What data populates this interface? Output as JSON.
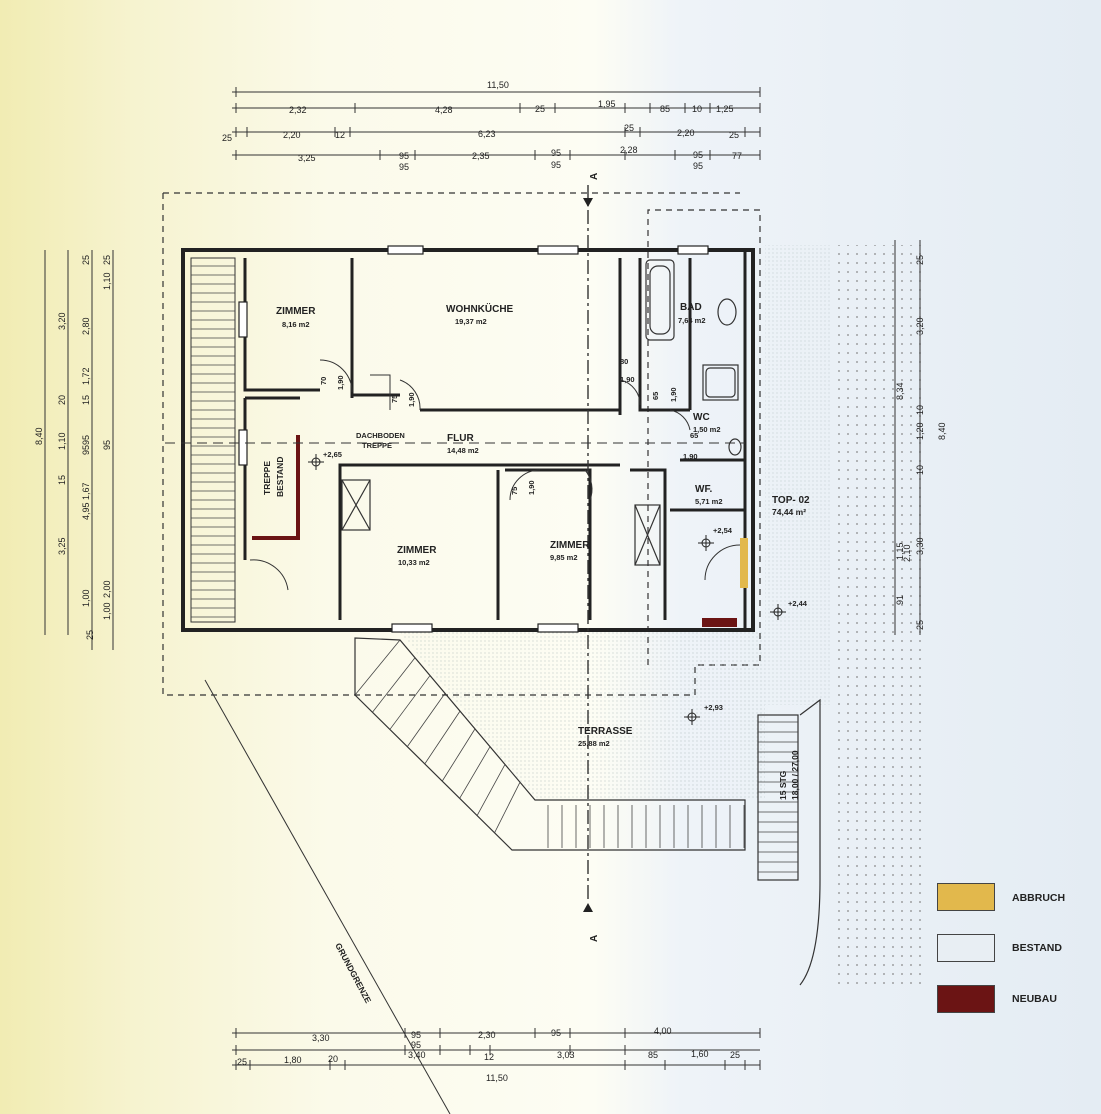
{
  "rooms": [
    {
      "key": "zimmer1",
      "name": "ZIMMER",
      "area": "8,16 m2"
    },
    {
      "key": "wohnkueche",
      "name": "WOHNKÜCHE",
      "area": "19,37 m2"
    },
    {
      "key": "bad",
      "name": "BAD",
      "area": "7,64 m2"
    },
    {
      "key": "wc",
      "name": "WC",
      "area": "1,50 m2"
    },
    {
      "key": "flur",
      "name": "FLUR",
      "area": "14,48 m2"
    },
    {
      "key": "wf",
      "name": "WF.",
      "area": "5,71 m2"
    },
    {
      "key": "zimmer2",
      "name": "ZIMMER",
      "area": "10,33 m2"
    },
    {
      "key": "zimmer3",
      "name": "ZIMMER",
      "area": "9,85 m2"
    },
    {
      "key": "terrasse",
      "name": "TERRASSE",
      "area": "25,88 m2"
    }
  ],
  "labels": {
    "top": "TOP- 02",
    "top_area": "74,44 m²",
    "treppe": "TREPPE",
    "bestand_stair": "BESTAND",
    "dachboden": "DACHBODEN",
    "dachboden_treppe": "TREPPE",
    "grundgrenze": "GRUNDGRENZE",
    "section_a": "A",
    "stair_stg": "15 STG",
    "stair_dim": "18,00 / 27,00"
  },
  "levels": [
    "+2,65",
    "+2,54",
    "+2,44",
    "+2,93"
  ],
  "door_dims": [
    "70",
    "1,90",
    "75",
    "1,90",
    "75",
    "1,90",
    "80",
    "1,90",
    "65",
    "1,90",
    "65",
    "1,90"
  ],
  "dims_top": {
    "row1": [
      "11,50"
    ],
    "row2": [
      "2,32",
      "4,28",
      "25",
      "1,95",
      "85",
      "10",
      "1,25"
    ],
    "row3": [
      "25",
      "2,20",
      "12",
      "6,23",
      "25",
      "2,20",
      "25"
    ],
    "row4": [
      "3,25",
      "95",
      "95",
      "2,35",
      "95",
      "95",
      "2,28",
      "95",
      "95",
      "77"
    ]
  },
  "dims_left": [
    "8,40",
    "3,25",
    "15",
    "1,10",
    "20",
    "3,20",
    "4,95",
    "1,67",
    "95",
    "95",
    "1,72",
    "15",
    "2,80",
    "25",
    "1,00",
    "2,00",
    "1,00",
    "95",
    "1,10",
    "25",
    "25"
  ],
  "dims_right": [
    "8,34",
    "8,40",
    "25",
    "3,20",
    "10",
    "1,20",
    "10",
    "1,15",
    "2,10",
    "3,30",
    "91",
    "25"
  ],
  "dims_bottom": {
    "row1": [
      "3,30",
      "95",
      "2,30",
      "95",
      "4,00"
    ],
    "row2": [
      "95",
      "3,40",
      "12",
      "3,03"
    ],
    "row3": [
      "25",
      "1,80",
      "20",
      "85",
      "1,60",
      "25"
    ],
    "row4": [
      "11,50"
    ]
  },
  "legend": [
    {
      "label": "ABBRUCH",
      "color": "#e2b84c"
    },
    {
      "label": "BESTAND",
      "color": "#e8eef3"
    },
    {
      "label": "NEUBAU",
      "color": "#6b1414"
    }
  ]
}
